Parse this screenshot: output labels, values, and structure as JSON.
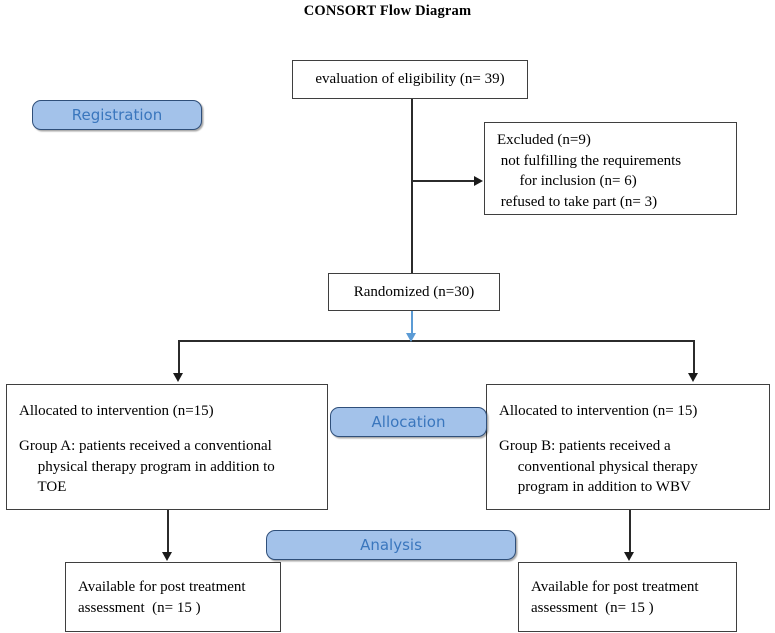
{
  "title": "CONSORT Flow Diagram",
  "stage_badges": [
    {
      "key": "registration",
      "label": "Registration"
    },
    {
      "key": "allocation",
      "label": "Allocation"
    },
    {
      "key": "analysis",
      "label": "Analysis"
    }
  ],
  "colors": {
    "badge_fill": "#a3c2ea",
    "badge_border": "#2f4f7a",
    "badge_text": "#3a76bd",
    "box_border": "#3f3f3f",
    "connector": "#2b2b2b",
    "blue_connector": "#5b9bd5"
  },
  "nodes": {
    "eligibility": {
      "name": "evaluation-of-eligibility",
      "lines": [
        "evaluation of eligibility (n= 39)"
      ]
    },
    "excluded": {
      "name": "excluded",
      "lines": [
        "Excluded (n=9)",
        " not fulfilling the requirements",
        "      for inclusion (n= 6)",
        " refused to take part (n= 3)"
      ]
    },
    "randomized": {
      "name": "randomized",
      "lines": [
        "Randomized (n=30)"
      ]
    },
    "allocation_left": {
      "name": "allocated-group-a",
      "heading": "Allocated to intervention (n=15)",
      "body": [
        "Group A: patients received a conventional",
        "     physical therapy program in addition to",
        "     TOE"
      ]
    },
    "allocation_right": {
      "name": "allocated-group-b",
      "heading": "Allocated to intervention (n= 15)",
      "body": [
        "Group B: patients received a",
        "     conventional physical therapy",
        "     program in addition to WBV"
      ]
    },
    "analysis_left": {
      "name": "available-post-treatment-left",
      "lines": [
        "Available for post treatment",
        "assessment  (n= 15 )"
      ]
    },
    "analysis_right": {
      "name": "available-post-treatment-right",
      "lines": [
        "Available for post treatment",
        "assessment  (n= 15 )"
      ]
    }
  },
  "flow": {
    "eligibility_to_excluded": "arrow-right",
    "eligibility_to_randomized": "line-down",
    "randomized_to_split": "blue-arrow-down",
    "split_to_allocation_left": "arrow-down",
    "split_to_allocation_right": "arrow-down",
    "allocation_left_to_analysis_left": "arrow-down",
    "allocation_right_to_analysis_right": "arrow-down"
  }
}
